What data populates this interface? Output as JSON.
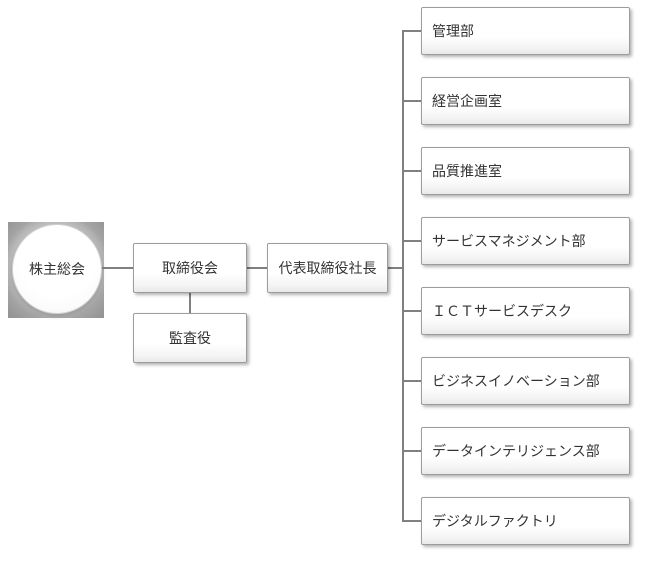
{
  "org": {
    "shareholders": {
      "label": "株主総会"
    },
    "board": {
      "label": "取締役会"
    },
    "auditor": {
      "label": "監査役"
    },
    "president": {
      "label": "代表取締役社長"
    },
    "departments": [
      {
        "label": "管理部"
      },
      {
        "label": "経営企画室"
      },
      {
        "label": "品質推進室"
      },
      {
        "label": "サービスマネジメント部"
      },
      {
        "label": "ＩＣＴサービスデスク"
      },
      {
        "label": "ビジネスイノベーション部"
      },
      {
        "label": "データインテリジェンス部"
      },
      {
        "label": "デジタルファクトリ"
      }
    ],
    "colors": {
      "connector": "#808080",
      "box_border": "#9c9c9c",
      "text": "#333333",
      "glow_square_base": "#949494",
      "background": "#ffffff"
    }
  }
}
